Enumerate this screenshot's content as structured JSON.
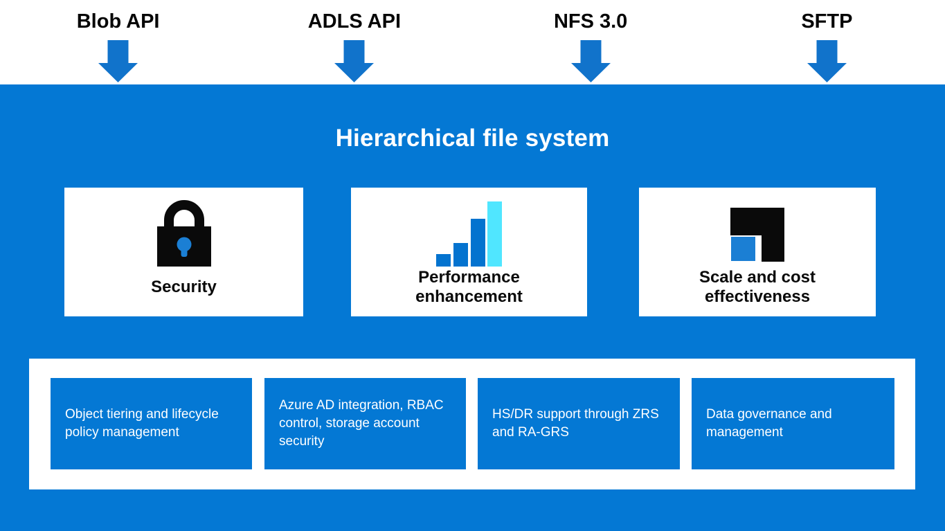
{
  "apis": [
    {
      "label": "Blob API"
    },
    {
      "label": "ADLS API"
    },
    {
      "label": "NFS 3.0"
    },
    {
      "label": "SFTP"
    }
  ],
  "main": {
    "title": "Hierarchical file system",
    "cards": [
      {
        "icon": "lock-icon",
        "label": "Security"
      },
      {
        "icon": "bar-chart-icon",
        "label": "Performance enhancement"
      },
      {
        "icon": "scale-cost-icon",
        "label": "Scale and cost effectiveness"
      }
    ],
    "features": [
      "Object tiering and lifecycle policy management",
      "Azure AD integration, RBAC control, storage account security",
      "HS/DR support through ZRS and RA-GRS",
      "Data governance and management"
    ]
  },
  "colors": {
    "primary_blue": "#0478d4",
    "arrow_blue": "#1173cb",
    "bar_blue": "#0473cf",
    "bar_cyan": "#50e6ff",
    "keyhole_blue": "#1b7fd4",
    "icon_black": "#0a0a0a"
  }
}
